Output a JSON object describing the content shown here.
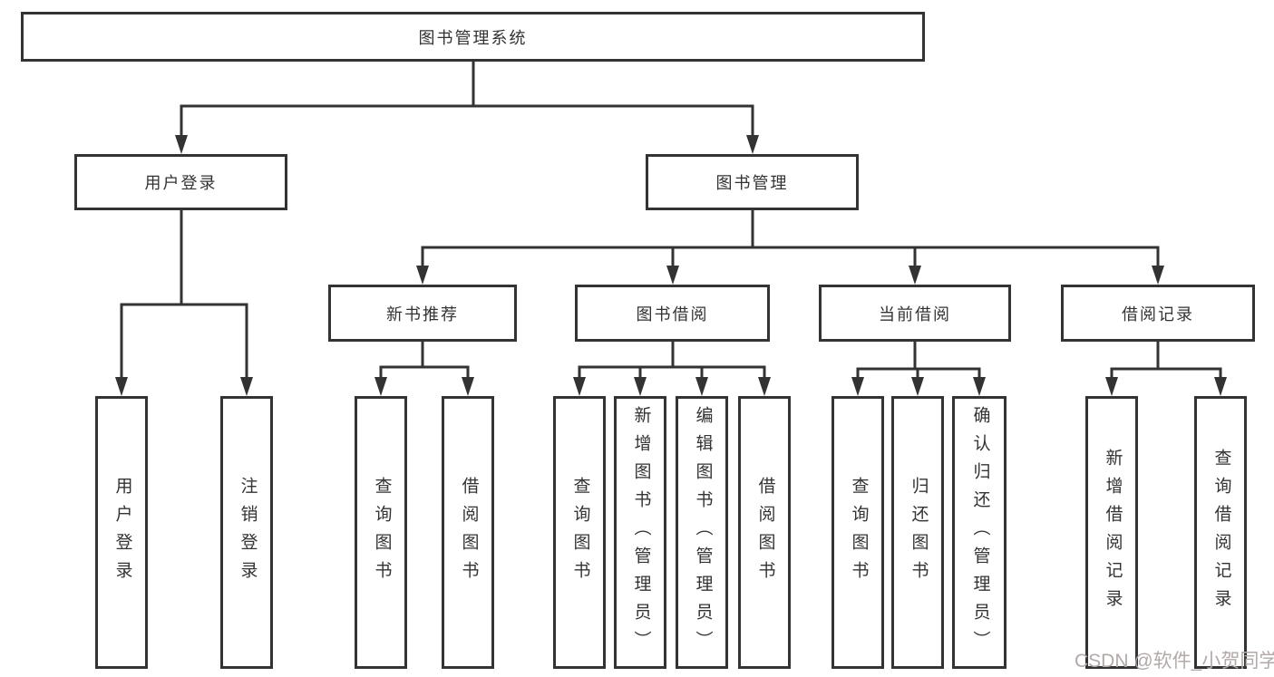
{
  "diagram": {
    "root": {
      "label": "图书管理系统"
    },
    "level1": [
      {
        "label": "用户登录"
      },
      {
        "label": "图书管理"
      }
    ],
    "level2": [
      {
        "label": "新书推荐"
      },
      {
        "label": "图书借阅"
      },
      {
        "label": "当前借阅"
      },
      {
        "label": "借阅记录"
      }
    ],
    "leaves_login": [
      {
        "label": "用户登录"
      },
      {
        "label": "注销登录"
      }
    ],
    "leaves_recommend": [
      {
        "label": "查询图书"
      },
      {
        "label": "借阅图书"
      }
    ],
    "leaves_borrow": [
      {
        "label": "查询图书"
      },
      {
        "label": "新增图书（管理员）"
      },
      {
        "label": "编辑图书（管理员）"
      },
      {
        "label": "借阅图书"
      }
    ],
    "leaves_current": [
      {
        "label": "查询图书"
      },
      {
        "label": "归还图书"
      },
      {
        "label": "确认归还（管理员）"
      }
    ],
    "leaves_records": [
      {
        "label": "新增借阅记录"
      },
      {
        "label": "查询借阅记录"
      }
    ]
  },
  "watermark": {
    "text": "CSDN @软件_小贺同学"
  },
  "colors": {
    "line": "#333333",
    "border": "#333333",
    "text": "#333333",
    "background": "#ffffff",
    "watermark": "#b3a9a9"
  }
}
